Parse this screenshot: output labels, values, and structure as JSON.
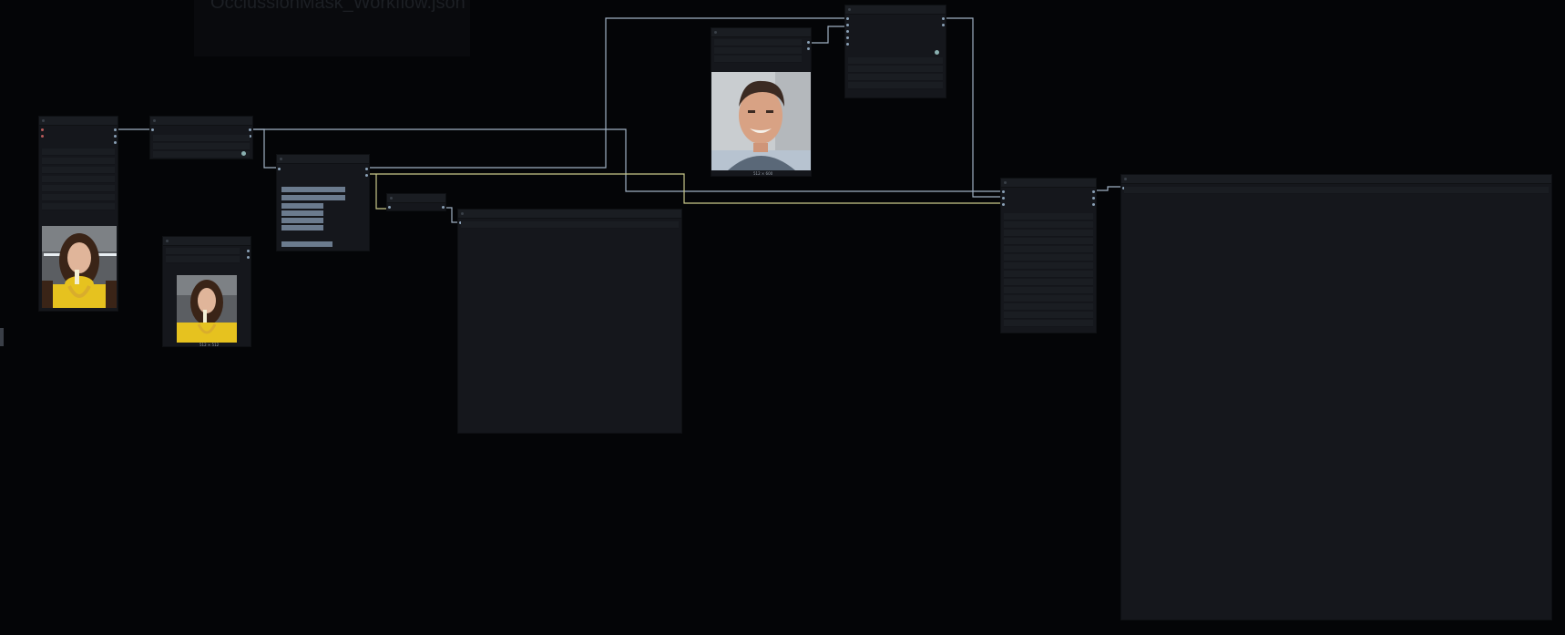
{
  "workspace": {
    "note_title": "OcclussionMask_Workflow.json"
  },
  "nodes": {
    "load_image": {
      "caption": ""
    },
    "preview_small": {
      "caption": "512 × 512"
    },
    "face_image": {
      "caption": "512 × 600"
    }
  },
  "colors": {
    "canvas": "#040507",
    "node_body": "#15171c",
    "wire_image": "#9fb0c2",
    "wire_mask": "#c9c98a"
  }
}
